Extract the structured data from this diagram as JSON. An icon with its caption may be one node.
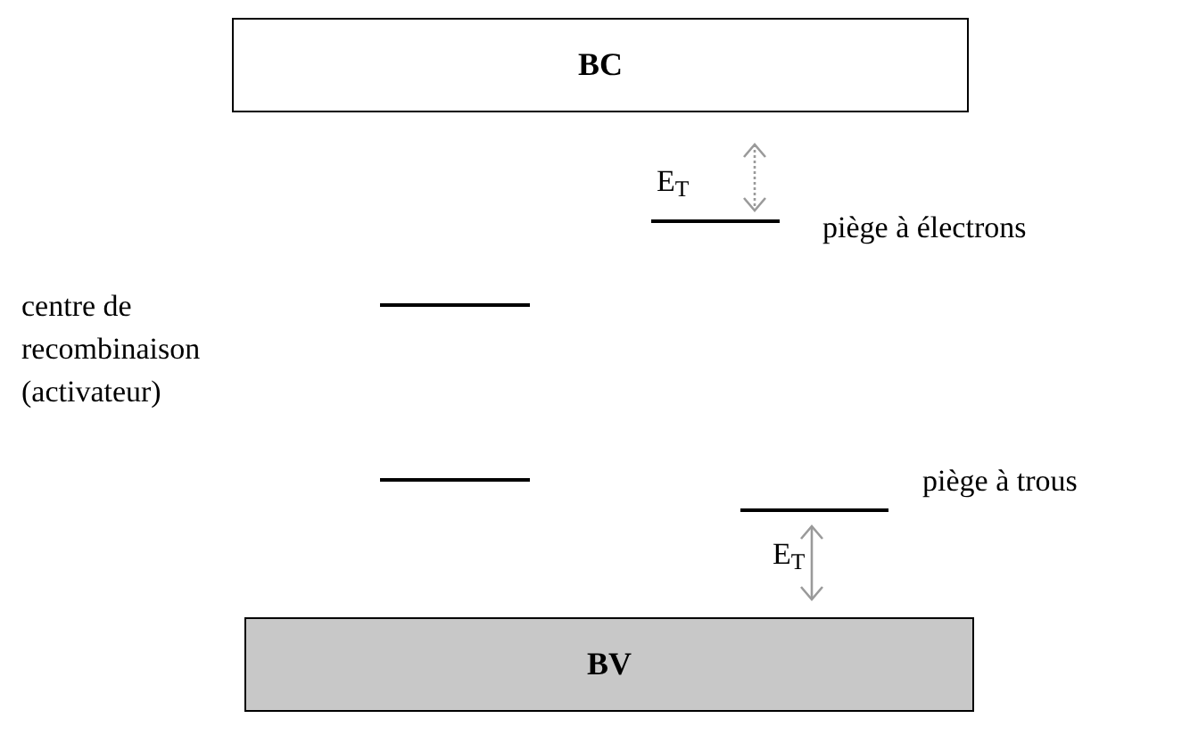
{
  "diagram": {
    "nodes": [
      {
        "text": [
          "BC"
        ]
      },
      {
        "text": [],
        "shape": "bar",
        "beside": [
          "piège à électrons"
        ]
      },
      {
        "text": [],
        "shape": "bar"
      },
      {
        "text": [],
        "shape": "bar"
      },
      {
        "text": [],
        "shape": "bar",
        "beside": [
          "piège à trous"
        ]
      },
      {
        "text": [
          "BV"
        ]
      }
    ],
    "labels": [
      "E$_{T}$",
      "centre de recombinaison (activateur)",
      "E$_{T}$"
    ]
  }
}
